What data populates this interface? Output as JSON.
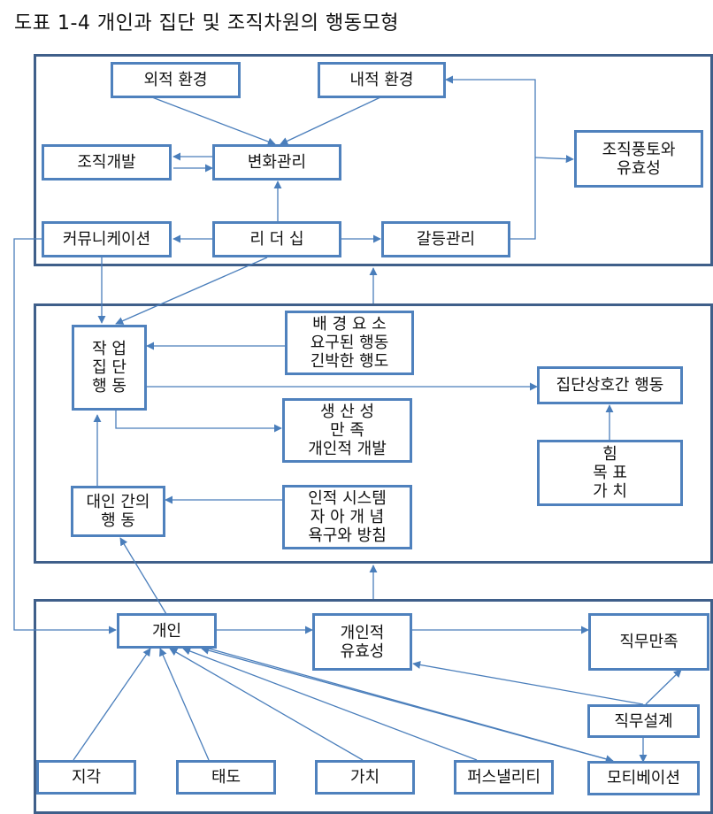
{
  "title": "도표 1-4 개인과 집단 및 조직차원의 행동모형",
  "panels": {
    "organization": "organization-level",
    "group": "group-level",
    "individual": "individual-level"
  },
  "nodes": {
    "external_env": {
      "lines": [
        "외적 환경"
      ]
    },
    "internal_env": {
      "lines": [
        "내적 환경"
      ]
    },
    "org_development": {
      "lines": [
        "조직개발"
      ]
    },
    "change_management": {
      "lines": [
        "변화관리"
      ]
    },
    "org_climate": {
      "lines": [
        "조직풍토와",
        "유효성"
      ]
    },
    "communication": {
      "lines": [
        "커뮤니케이션"
      ]
    },
    "leadership": {
      "lines": [
        "리 더 십"
      ]
    },
    "conflict_management": {
      "lines": [
        "갈등관리"
      ]
    },
    "work_group": {
      "lines": [
        "작  업",
        "집  단",
        "행  동"
      ]
    },
    "background": {
      "lines": [
        "배 경 요 소",
        "요구된 행동",
        "긴박한 행도"
      ]
    },
    "intergroup": {
      "lines": [
        "집단상호간 행동"
      ]
    },
    "outcomes": {
      "lines": [
        "생    산    성",
        "만            족",
        "개인적 개발"
      ]
    },
    "power_goals": {
      "lines": [
        "힘",
        "목  표",
        "가  치"
      ]
    },
    "interpersonal": {
      "lines": [
        "대인 간의",
        "행         동"
      ]
    },
    "cognitive": {
      "lines": [
        "인적 시스템",
        "자 아 개 념",
        "욕구와 방침"
      ]
    },
    "individual": {
      "lines": [
        "개인"
      ]
    },
    "indiv_effectiveness": {
      "lines": [
        "개인적",
        "유효성"
      ]
    },
    "job_satisfaction": {
      "lines": [
        "직무만족"
      ]
    },
    "job_design": {
      "lines": [
        "직무설계"
      ]
    },
    "perception": {
      "lines": [
        "지각"
      ]
    },
    "attitude": {
      "lines": [
        "태도"
      ]
    },
    "values": {
      "lines": [
        "가치"
      ]
    },
    "personality": {
      "lines": [
        "퍼스낼리티"
      ]
    },
    "motivation": {
      "lines": [
        "모티베이션"
      ]
    }
  },
  "edges": [
    [
      "external_env",
      "change_management"
    ],
    [
      "internal_env",
      "change_management"
    ],
    [
      "change_management",
      "org_development"
    ],
    [
      "org_development",
      "change_management"
    ],
    [
      "leadership",
      "change_management"
    ],
    [
      "leadership",
      "communication"
    ],
    [
      "leadership",
      "conflict_management"
    ],
    [
      "conflict_management",
      "internal_env"
    ],
    [
      "conflict_management",
      "org_climate"
    ],
    [
      "communication",
      "work_group"
    ],
    [
      "leadership",
      "work_group"
    ],
    [
      "communication",
      "individual"
    ],
    [
      "background",
      "work_group"
    ],
    [
      "work_group",
      "intergroup"
    ],
    [
      "work_group",
      "outcomes"
    ],
    [
      "power_goals",
      "intergroup"
    ],
    [
      "interpersonal",
      "work_group"
    ],
    [
      "cognitive",
      "interpersonal"
    ],
    [
      "individual",
      "interpersonal"
    ],
    [
      "individual",
      "indiv_effectiveness"
    ],
    [
      "indiv_effectiveness",
      "job_satisfaction"
    ],
    [
      "job_design",
      "indiv_effectiveness"
    ],
    [
      "job_design",
      "job_satisfaction"
    ],
    [
      "job_design",
      "motivation"
    ],
    [
      "individual",
      "motivation"
    ],
    [
      "perception",
      "individual"
    ],
    [
      "attitude",
      "individual"
    ],
    [
      "values",
      "individual"
    ],
    [
      "personality",
      "individual"
    ],
    [
      "motivation",
      "individual"
    ],
    [
      "group-level",
      "organization-level"
    ],
    [
      "individual-level",
      "group-level"
    ]
  ],
  "colors": {
    "panel_border": "#3f5f8a",
    "node_border": "#4f81bd",
    "arrow": "#4a7ebb"
  }
}
